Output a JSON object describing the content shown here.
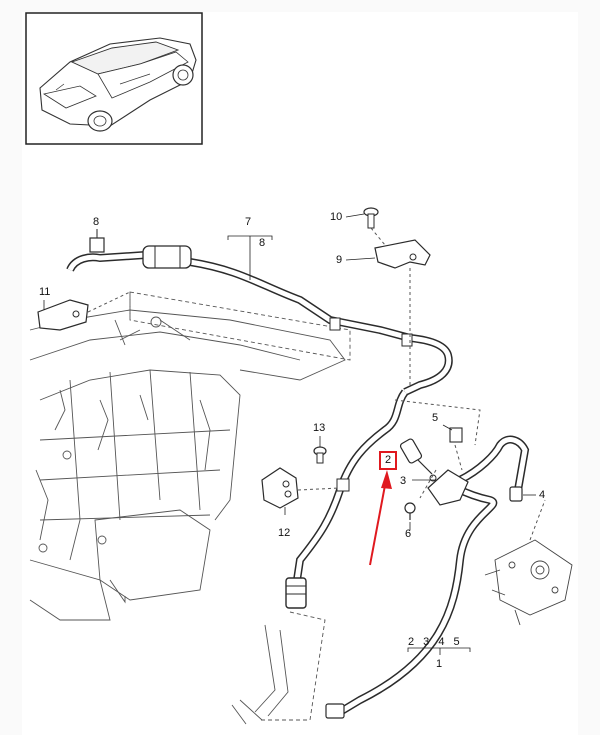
{
  "callouts": {
    "c1": "1",
    "c2": "2",
    "c3": "3",
    "c4": "4",
    "c5": "5",
    "c6": "6",
    "c7": "7",
    "c8_top": "8",
    "c8_bracket": "8",
    "c9": "9",
    "c10": "10",
    "c11": "11",
    "c12": "12",
    "c13": "13",
    "group_1": "2 3 4 5"
  },
  "colors": {
    "line": "#2b2b2b",
    "highlight": "#e0191f",
    "hose_fill": "#ffffff"
  }
}
